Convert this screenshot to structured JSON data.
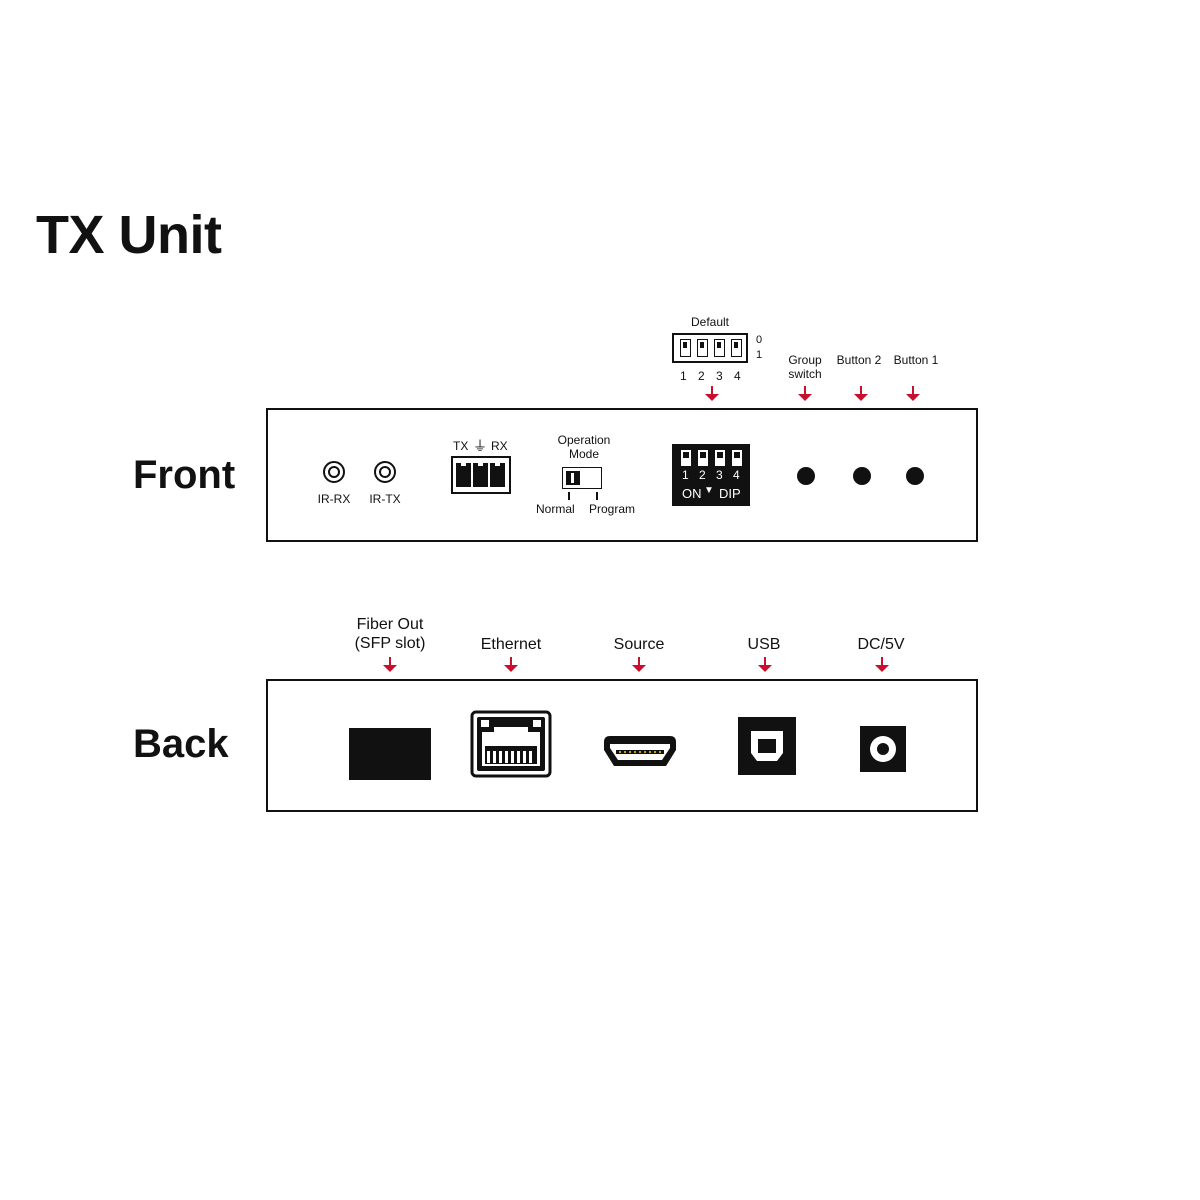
{
  "title": "TX Unit",
  "front": {
    "label": "Front",
    "ir_rx": "IR-RX",
    "ir_tx": "IR-TX",
    "terminal_tx": "TX",
    "terminal_rx": "RX",
    "ground_symbol": "⏚",
    "operation_mode_line1": "Operation",
    "operation_mode_line2": "Mode",
    "mode_normal": "Normal",
    "mode_program": "Program",
    "dip": {
      "numbers": [
        "1",
        "2",
        "3",
        "4"
      ],
      "on_label": "ON",
      "dip_label": "DIP"
    },
    "default_panel": {
      "label": "Default",
      "state_0": "0",
      "state_1": "1",
      "numbers": [
        "1",
        "2",
        "3",
        "4"
      ]
    },
    "group_switch_line1": "Group",
    "group_switch_line2": "switch",
    "button2": "Button 2",
    "button1": "Button 1"
  },
  "back": {
    "label": "Back",
    "fiber_line1": "Fiber Out",
    "fiber_line2": "(SFP slot)",
    "ethernet": "Ethernet",
    "source": "Source",
    "usb": "USB",
    "dc": "DC/5V"
  },
  "colors": {
    "arrow": "#c8102e",
    "ink": "#111111"
  }
}
